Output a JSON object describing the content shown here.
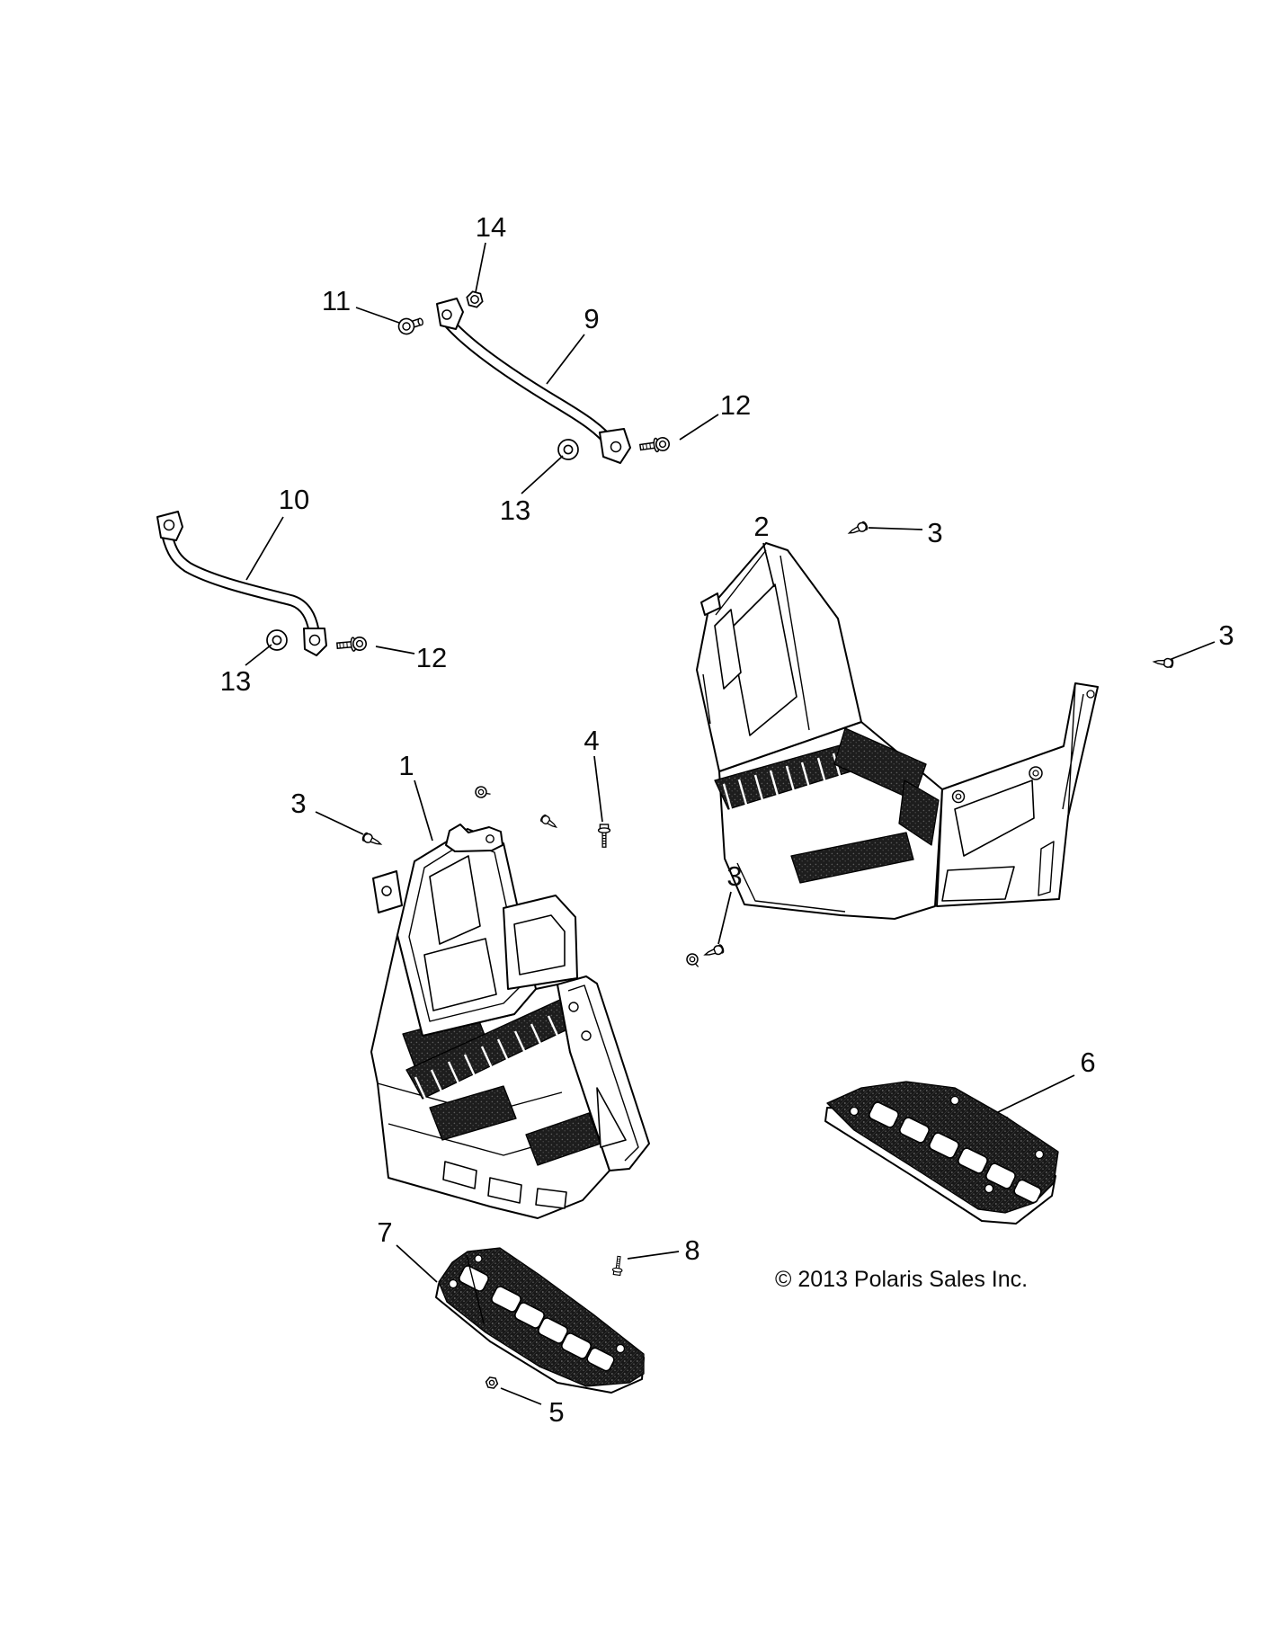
{
  "diagram": {
    "copyright": "© 2013 Polaris Sales Inc.",
    "background": "#ffffff",
    "line_color": "#000000",
    "callouts": [
      {
        "id": "c14",
        "label": "14"
      },
      {
        "id": "c11",
        "label": "11"
      },
      {
        "id": "c9",
        "label": "9"
      },
      {
        "id": "c13a",
        "label": "13"
      },
      {
        "id": "c12a",
        "label": "12"
      },
      {
        "id": "c10",
        "label": "10"
      },
      {
        "id": "c13b",
        "label": "13"
      },
      {
        "id": "c12b",
        "label": "12"
      },
      {
        "id": "c2",
        "label": "2"
      },
      {
        "id": "c3a",
        "label": "3"
      },
      {
        "id": "c3b",
        "label": "3"
      },
      {
        "id": "c1",
        "label": "1"
      },
      {
        "id": "c4",
        "label": "4"
      },
      {
        "id": "c3c",
        "label": "3"
      },
      {
        "id": "c3d",
        "label": "3"
      },
      {
        "id": "c6",
        "label": "6"
      },
      {
        "id": "c7",
        "label": "7"
      },
      {
        "id": "c8",
        "label": "8"
      },
      {
        "id": "c5",
        "label": "5"
      }
    ]
  }
}
